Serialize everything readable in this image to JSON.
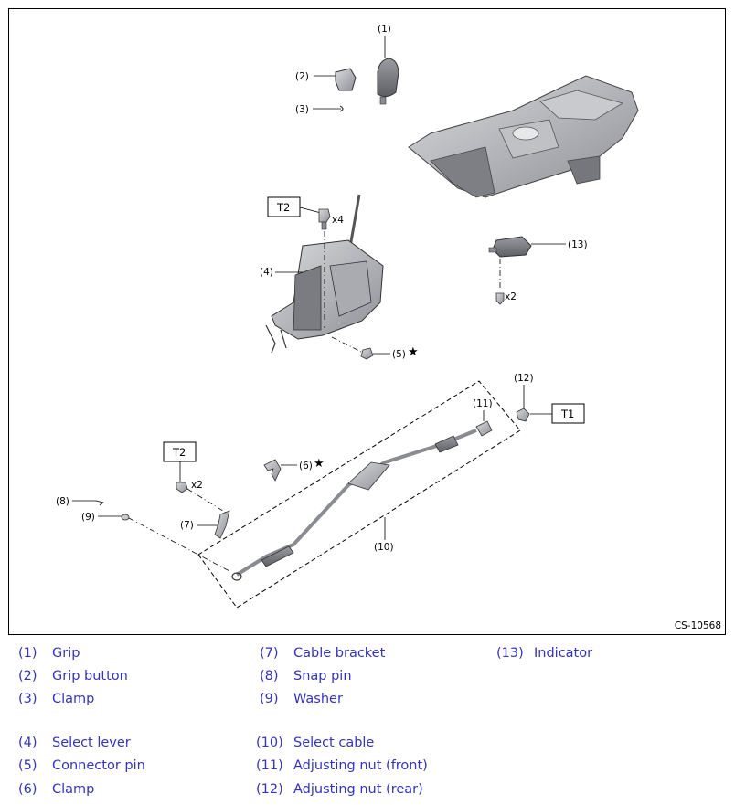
{
  "diagram": {
    "figure_id": "CS-10568",
    "callouts": [
      "(1)",
      "(2)",
      "(3)",
      "(4)",
      "(5)",
      "(6)",
      "(7)",
      "(8)",
      "(9)",
      "(10)",
      "(11)",
      "(12)",
      "(13)"
    ],
    "torque_boxes": [
      "T1",
      "T2",
      "T2"
    ],
    "quantity_marks": [
      "x4",
      "x2",
      "x2"
    ],
    "star_mark": "★"
  },
  "legend": {
    "items": [
      {
        "num": "(1)",
        "name": "Grip"
      },
      {
        "num": "(2)",
        "name": "Grip button"
      },
      {
        "num": "(3)",
        "name": "Clamp"
      },
      {
        "num": "(4)",
        "name": "Select lever"
      },
      {
        "num": "(5)",
        "name": "Connector pin"
      },
      {
        "num": "(6)",
        "name": "Clamp"
      },
      {
        "num": "(7)",
        "name": "Cable bracket"
      },
      {
        "num": "(8)",
        "name": "Snap pin"
      },
      {
        "num": "(9)",
        "name": "Washer"
      },
      {
        "num": "(10)",
        "name": "Select cable"
      },
      {
        "num": "(11)",
        "name": "Adjusting nut (front)"
      },
      {
        "num": "(12)",
        "name": "Adjusting nut (rear)"
      },
      {
        "num": "(13)",
        "name": "Indicator"
      }
    ]
  }
}
